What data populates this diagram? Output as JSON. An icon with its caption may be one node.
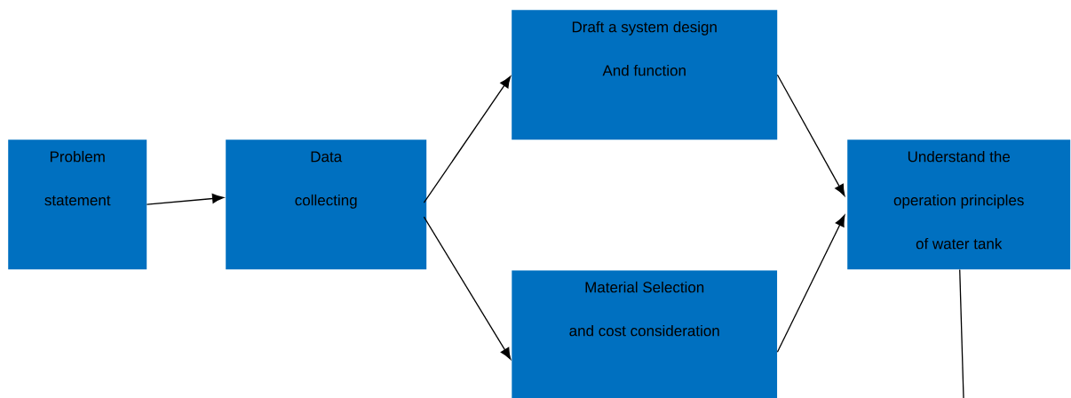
{
  "diagram": {
    "nodes": [
      {
        "text": [
          "Problem",
          "statement"
        ]
      },
      {
        "text": [
          "Data",
          "collecting"
        ]
      },
      {
        "text": [
          "Draft a system design",
          "And function"
        ]
      },
      {
        "text": [
          "Material Selection",
          "and cost consideration"
        ]
      },
      {
        "text": [
          "Understand the",
          "operation principles",
          "of water tank"
        ]
      }
    ],
    "edges": [
      {
        "from": 0,
        "to": 1,
        "arrow": "to"
      },
      {
        "from": 1,
        "to": 2,
        "arrow": "to"
      },
      {
        "from": 1,
        "to": 3,
        "arrow": "to"
      },
      {
        "from": 2,
        "to": 4,
        "arrow": "to"
      },
      {
        "from": 3,
        "to": 4,
        "arrow": "to"
      },
      {
        "from": 4,
        "to": null,
        "arrow": "none"
      }
    ]
  }
}
